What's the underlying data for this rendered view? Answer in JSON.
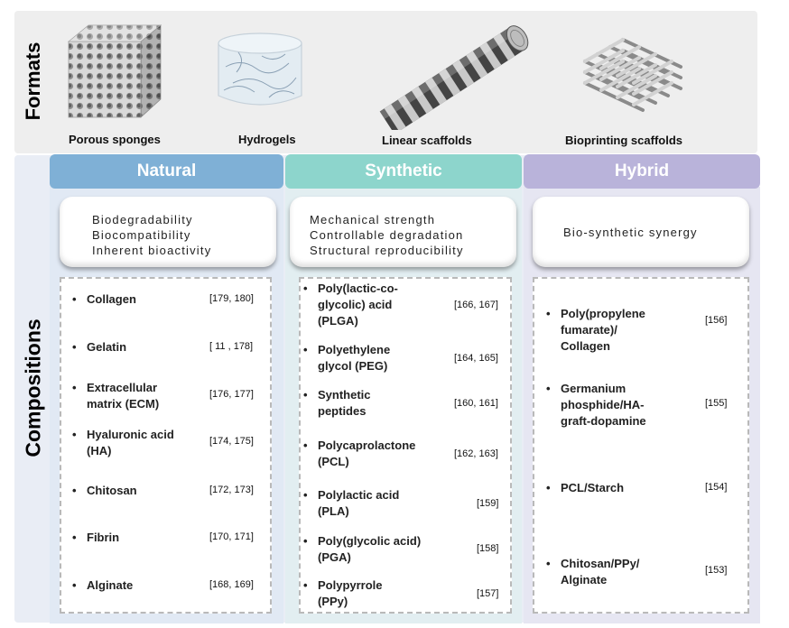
{
  "labels": {
    "formats": "Formats",
    "compositions": "Compositions"
  },
  "formats": [
    {
      "caption": "Porous sponges"
    },
    {
      "caption": "Hydrogels"
    },
    {
      "caption": "Linear scaffolds"
    },
    {
      "caption": "Bioprinting scaffolds"
    }
  ],
  "columns": [
    {
      "title": "Natural",
      "color": "#7fb0d6",
      "properties": [
        "Biodegradability",
        "Biocompatibility",
        "Inherent bioactivity"
      ],
      "items": [
        {
          "name": "Collagen",
          "ref": "[179, 180]"
        },
        {
          "name": "Gelatin",
          "ref": "[ 11 , 178]"
        },
        {
          "name": "Extracellular matrix (ECM)",
          "ref": "[176, 177]"
        },
        {
          "name": "Hyaluronic acid (HA)",
          "ref": "[174, 175]"
        },
        {
          "name": "Chitosan",
          "ref": "[172, 173]"
        },
        {
          "name": "Fibrin",
          "ref": "[170, 171]"
        },
        {
          "name": "Alginate",
          "ref": "[168, 169]"
        }
      ]
    },
    {
      "title": "Synthetic",
      "color": "#8dd5cc",
      "properties": [
        "Mechanical strength",
        "Controllable degradation",
        "Structural reproducibility"
      ],
      "items": [
        {
          "name": "Poly(lactic-co-glycolic) acid (PLGA)",
          "ref": "[166, 167]"
        },
        {
          "name": "Polyethylene glycol (PEG)",
          "ref": "[164, 165]"
        },
        {
          "name": "Synthetic peptides",
          "ref": "[160, 161]"
        },
        {
          "name": "Polycaprolactone (PCL)",
          "ref": "[162, 163]"
        },
        {
          "name": "Polylactic acid (PLA)",
          "ref": "[159]"
        },
        {
          "name": "Poly(glycolic acid) (PGA)",
          "ref": "[158]"
        },
        {
          "name": "Polypyrrole (PPy)",
          "ref": "[157]"
        }
      ]
    },
    {
      "title": "Hybrid",
      "color": "#b9b3da",
      "properties": [
        "Bio-synthetic synergy"
      ],
      "items": [
        {
          "name": "Poly(propylene fumarate)/ Collagen",
          "ref": "[156]"
        },
        {
          "name": "Germanium phosphide/HA-graft-dopamine",
          "ref": "[155]"
        },
        {
          "name": "PCL/Starch",
          "ref": "[154]"
        },
        {
          "name": "Chitosan/PPy/ Alginate",
          "ref": "[153]"
        }
      ]
    }
  ]
}
